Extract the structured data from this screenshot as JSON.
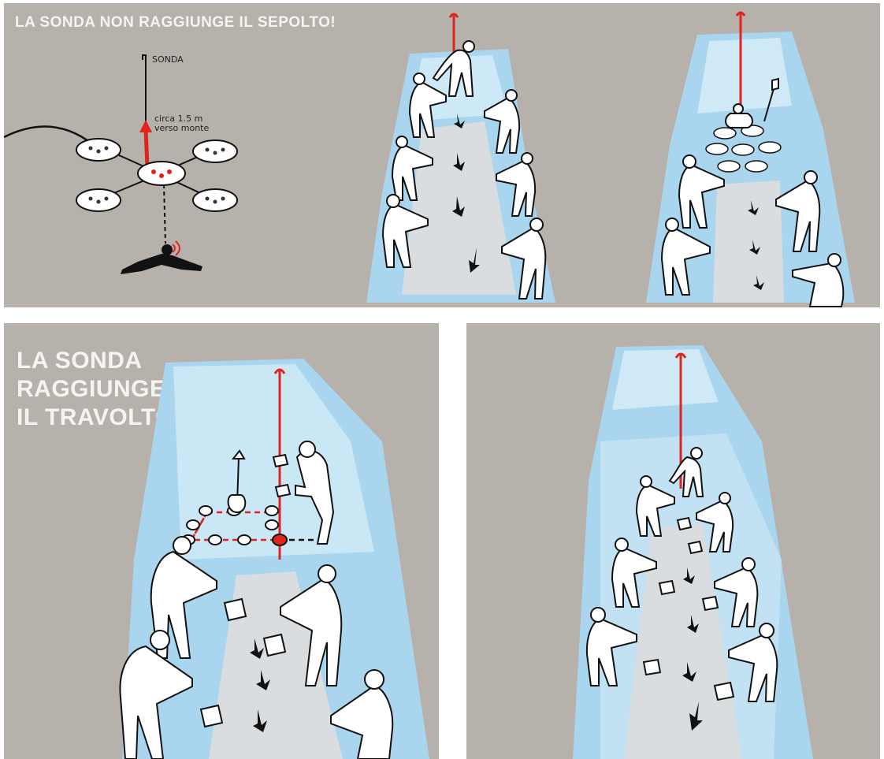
{
  "top_panel": {
    "title": "LA SONDA NON RAGGIUNGE IL SEPOLTO!",
    "probe_label": "SONDA",
    "distance_label_line1": "circa 1.5 m",
    "distance_label_line2": "verso monte"
  },
  "bottom_left_panel": {
    "title_line1": "LA SONDA",
    "title_line2": "RAGGIUNGE",
    "title_line3": "IL TRAVOLTO"
  },
  "colors": {
    "background": "#b6b1aa",
    "snow_pit": "#a9d6ee",
    "snow_pit_light": "#d6ecf7",
    "probe": "#e0231d",
    "rescuer": "#ffffff",
    "outline": "#111111",
    "debris": "#d9dde0"
  }
}
